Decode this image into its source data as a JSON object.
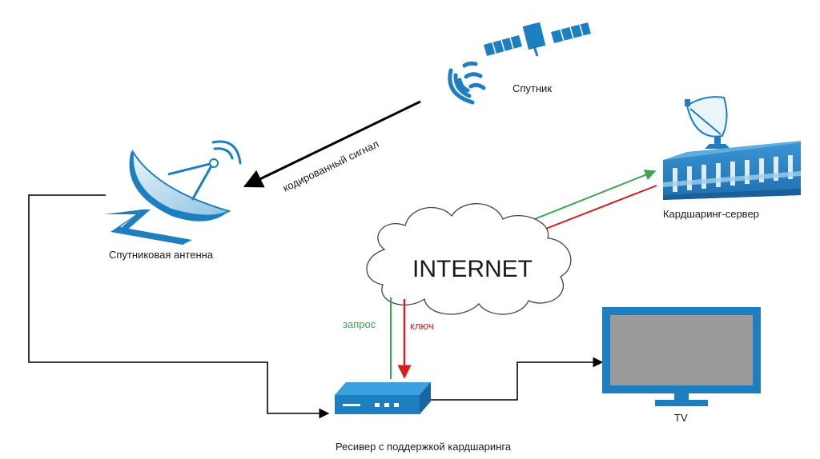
{
  "labels": {
    "satellite": "Спутник",
    "antenna": "Спутниковая антенна",
    "server": "Кардшаринг-сервер",
    "internet": "INTERNET",
    "request": "запрос",
    "key": "ключ",
    "encoded_signal": "кодированный сигнал",
    "tv": "TV",
    "receiver": "Ресивер с поддержкой кардшаринга"
  },
  "colors": {
    "device_blue": "#1e7fc0",
    "request_arrow": "#3aa652",
    "key_arrow": "#d62020",
    "line": "#000000"
  },
  "icons": [
    "satellite-icon",
    "satellite-dish-icon",
    "server-building-icon",
    "cloud-icon",
    "receiver-icon",
    "tv-icon"
  ]
}
